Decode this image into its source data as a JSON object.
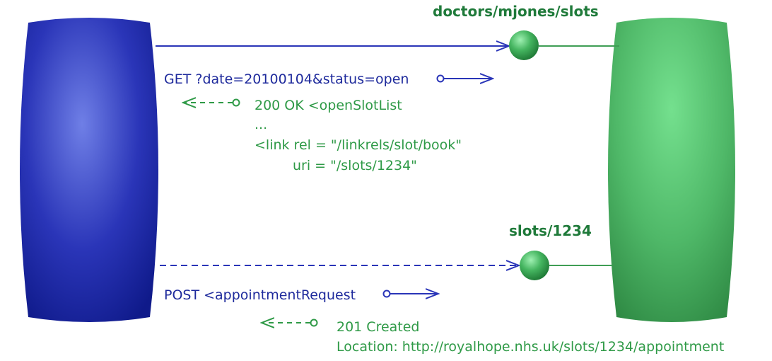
{
  "resources": {
    "slots_resource": "doctors/mjones/slots",
    "slot_resource": "slots/1234"
  },
  "exchange_1": {
    "request": "GET ?date=20100104&status=open",
    "response": [
      "200 OK <openSlotList",
      "...",
      "<link rel = \"/linkrels/slot/book\"",
      "uri = \"/slots/1234\""
    ]
  },
  "exchange_2": {
    "request": "POST <appointmentRequest",
    "response": [
      "201 Created",
      "Location: http://royalhope.nhs.uk/slots/1234/appointment"
    ]
  },
  "colors": {
    "client_blue": "#2a35b8",
    "client_blue_dark": "#0f1a8a",
    "server_green": "#55c06f",
    "server_green_dark": "#2f8a44",
    "request_text": "#1e2a9c",
    "response_text": "#2f9a47"
  }
}
